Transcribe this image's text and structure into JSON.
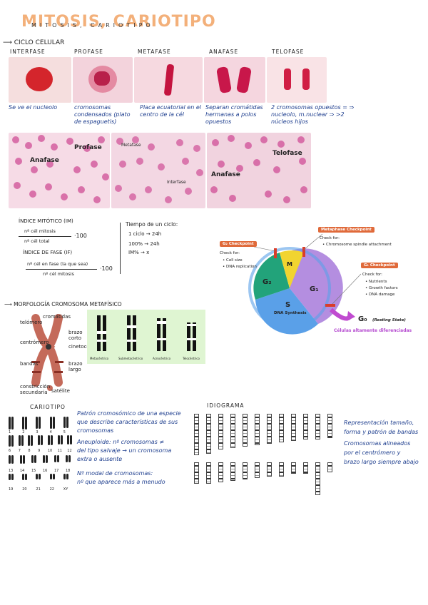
{
  "title": "MITOSIS, CARIOTIPO",
  "title_under": "MITOSIS, CARIOTIPO",
  "section_cycle": "CICLO CELULAR",
  "phases": [
    {
      "label": "INTERFASE",
      "note": "Se ve el nucleolo"
    },
    {
      "label": "PROFASE",
      "note": "cromosomas condensados (plato de espaguetis)"
    },
    {
      "label": "METAFASE",
      "note": "Placa ecuatorial en el centro de la cél"
    },
    {
      "label": "ANAFASE",
      "note": "Separan cromátidas hermanas a polos opuestos"
    },
    {
      "label": "TELOFASE",
      "note": "2 cromosomas opuestos = ⇒ nucleolo, m.nuclear ⇒ >2 núcleos hijos"
    }
  ],
  "micro_labels": {
    "a": [
      "Anafase",
      "Profase"
    ],
    "b": [
      "Metafase",
      "Interfase"
    ],
    "c": [
      "Telofase",
      "Anafase"
    ]
  },
  "indices": {
    "mitotic_title": "ÍNDICE MITÓTICO (IM)",
    "mitotic_num": "nº cél mitosis",
    "mitotic_den": "nº cél total",
    "mitotic_mult": "·100",
    "phase_title": "ÍNDICE DE FASE (IF)",
    "phase_num": "nº cél en fase (la que sea)",
    "phase_den": "nº cél mitosis",
    "phase_mult": "·100"
  },
  "time": {
    "title": "Tiempo de un ciclo:",
    "l1": "1 ciclo → 24h",
    "l2": "100% → 24h",
    "l3": "IM% → x"
  },
  "cell_cycle": {
    "g2_checkpoint": "G₂ Checkpoint",
    "g2_check_for": "Check for:",
    "g2_items": [
      "Cell size",
      "DNA replication"
    ],
    "meta_checkpoint": "Metaphase Checkpoint",
    "meta_check_for": "Check for:",
    "meta_items": [
      "Chromosome spindle attachment"
    ],
    "g1_checkpoint": "G₁ Checkpoint",
    "g1_check_for": "Check for:",
    "g1_items": [
      "Nutrients",
      "Growth factors",
      "DNA damage"
    ],
    "m": "M",
    "g2": "G₂",
    "g1": "G₁",
    "s": "S",
    "s_sub": "DNA Synthesis",
    "g0": "G₀",
    "g0_sub": "(Resting State)",
    "diff": "Células altamente diferenciadas",
    "colors": {
      "m": "#f1d430",
      "g2": "#22a37a",
      "g1": "#b48ee0",
      "s": "#5aa0e8",
      "arrow": "#c04bd0",
      "checkpoint": "#e06a3a"
    }
  },
  "section_morph": "MORFOLOGÍA CROMOSOMA METAFÍSICO",
  "morph_labels": {
    "cromatidas": "cromátidas",
    "telomero": "telómero",
    "brazo_corto": "brazo corto",
    "centromero": "centrómero",
    "cinetocoro": "cinetocoro",
    "bandas": "bandas",
    "brazo_largo": "brazo largo",
    "constriccion": "constricción secundaria",
    "satelite": "satélite"
  },
  "chrom_types": [
    "Metacéntrico",
    "Submetacéntrico",
    "Acrocéntrico",
    "Telocéntrico"
  ],
  "karyo": {
    "title": "CARIOTIPO",
    "notes": [
      "Patrón cromosómico de una especie",
      "que describe características de sus",
      "cromosomas",
      "Aneuploide: nº cromosomas ≠",
      "del tipo salvaje → un cromosoma",
      "extra o ausente",
      "Nº modal de cromosomas:",
      "nº que aparece más a menudo"
    ],
    "numbers": [
      "1",
      "2",
      "3",
      "4",
      "5",
      "6",
      "7",
      "8",
      "9",
      "10",
      "11",
      "12",
      "13",
      "14",
      "15",
      "16",
      "17",
      "18",
      "19",
      "20",
      "21",
      "22",
      "XY"
    ]
  },
  "idio": {
    "title": "IDIOGRAMA",
    "notes": [
      "Representación tamaño,",
      "forma y patrón de bandas",
      "Cromosomas alineados",
      "por el centrómero y",
      "brazo largo siempre abajo"
    ]
  }
}
